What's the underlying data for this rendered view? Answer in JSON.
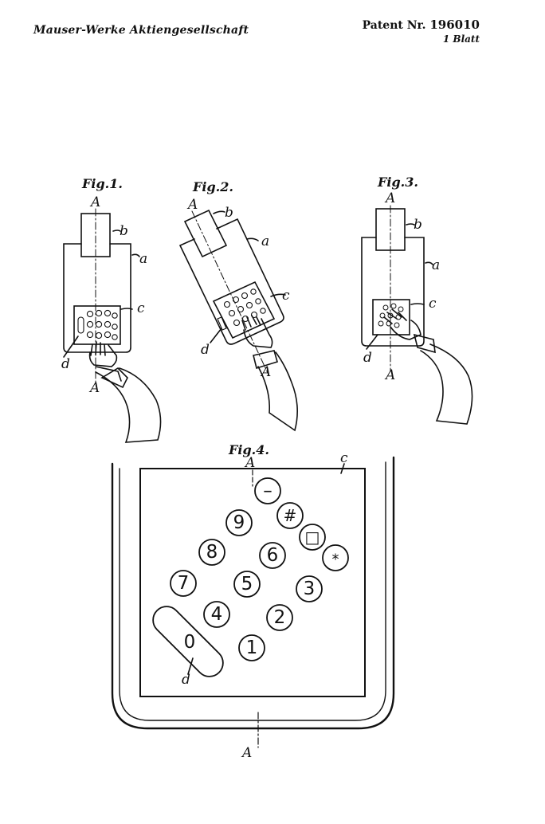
{
  "header": {
    "company": "Mauser-Werke Aktiengesellschaft",
    "patent_prefix": "Patent Nr.",
    "patent_number": "196010",
    "sheet": "1 Blatt"
  },
  "figures": {
    "fig1": {
      "title": "Fig.1.",
      "labels": {
        "A_top": "A",
        "A_bottom": "A",
        "b": "b",
        "a": "a",
        "c": "c",
        "d": "d"
      }
    },
    "fig2": {
      "title": "Fig.2.",
      "labels": {
        "A_top": "A",
        "A_bottom": "A",
        "b": "b",
        "a": "a",
        "c": "c",
        "d": "d"
      }
    },
    "fig3": {
      "title": "Fig.3.",
      "labels": {
        "A_top": "A",
        "A_bottom": "A",
        "b": "b",
        "a": "a",
        "c": "c",
        "d": "d"
      }
    },
    "fig4": {
      "title": "Fig.4.",
      "labels": {
        "A_top": "A",
        "A_bottom": "A",
        "c": "c",
        "d": "d"
      },
      "keys": {
        "minus": "–",
        "hash": "#",
        "square": "□",
        "star": "*",
        "k0": "0",
        "k1": "1",
        "k2": "2",
        "k3": "3",
        "k4": "4",
        "k5": "5",
        "k6": "6",
        "k7": "7",
        "k8": "8",
        "k9": "9"
      }
    }
  },
  "colors": {
    "ink": "#111111",
    "paper": "#ffffff"
  }
}
